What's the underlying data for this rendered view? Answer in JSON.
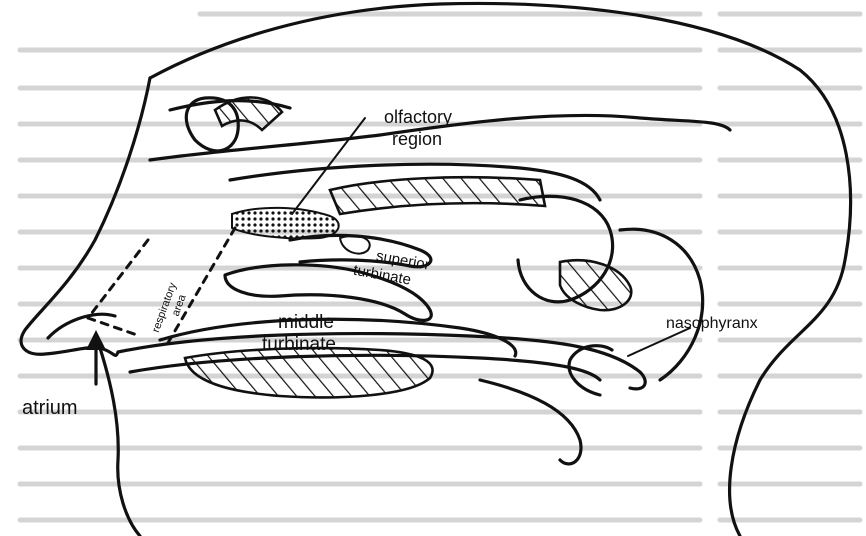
{
  "labels": {
    "olfactory_line1": "olfactory",
    "olfactory_line2": "region",
    "superior_line1": "superior",
    "superior_line2": "turbinate",
    "respiratory_line1": "respiratory",
    "respiratory_line2": "area",
    "middle_line1": "middle",
    "middle_line2": "turbinate",
    "nasophyranx": "nasophyranx",
    "atrium": "atrium"
  },
  "colors": {
    "ink": "#111111",
    "background_text": "#d4d4d4",
    "paper": "#ffffff"
  }
}
